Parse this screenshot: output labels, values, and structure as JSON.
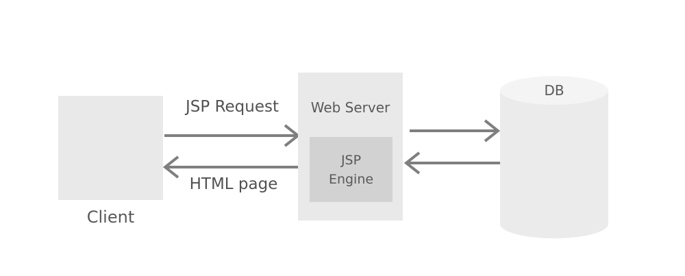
{
  "diagram": {
    "nodes": {
      "client": {
        "label": "Client"
      },
      "web_server": {
        "label": "Web Server"
      },
      "jsp_engine": {
        "label": "JSP\nEngine"
      },
      "db": {
        "label": "DB"
      }
    },
    "edges": {
      "request": {
        "label": "JSP Request",
        "from": "Client",
        "to": "Web Server",
        "direction": "right"
      },
      "response": {
        "label": "HTML page",
        "from": "Web Server",
        "to": "Client",
        "direction": "left"
      },
      "server_to_db": {
        "label": "",
        "from": "Web Server",
        "to": "DB",
        "direction": "right"
      },
      "db_to_server": {
        "label": "",
        "from": "DB",
        "to": "Web Server",
        "direction": "left"
      }
    },
    "colors": {
      "background": "#ffffff",
      "node_fill": "#e9e9e9",
      "engine_fill": "#d2d2d2",
      "cylinder_body_fill": "#ebebeb",
      "cylinder_top_fill": "#f4f4f4",
      "arrow_stroke": "#7f7f7f",
      "text": "#595959"
    }
  }
}
